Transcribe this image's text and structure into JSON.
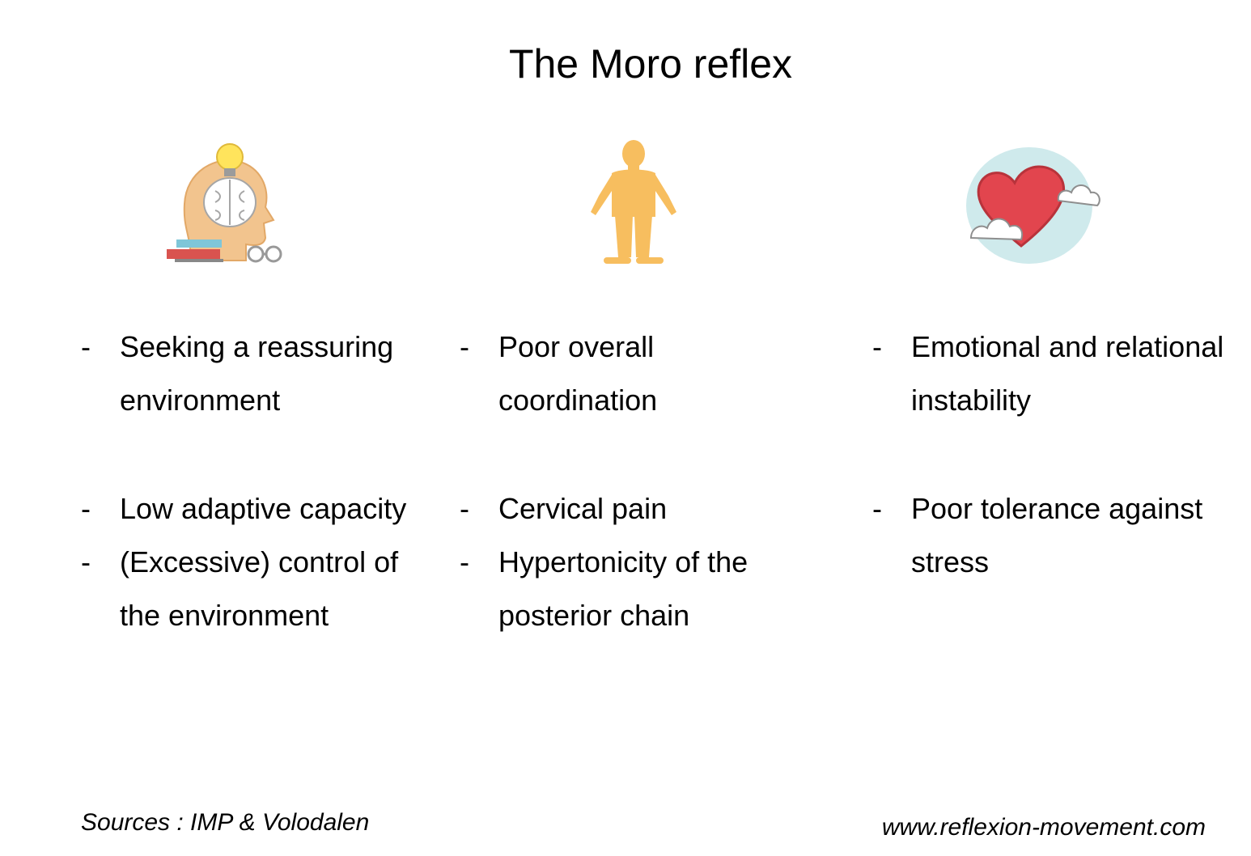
{
  "title": "The Moro reflex",
  "icons": [
    "brain-idea-icon",
    "human-body-icon",
    "heart-cloud-icon"
  ],
  "colors": {
    "body": "#F7BE5F",
    "heart": "#E2454E",
    "cloud": "#CFEAEC"
  },
  "columns": [
    {
      "items": [
        {
          "dash": "-",
          "text": "Seeking a reassuring environment"
        },
        {
          "dash": "-",
          "text": "Low adaptive capacity"
        },
        {
          "dash": "-",
          "text": "(Excessive) control of the environment"
        }
      ]
    },
    {
      "items": [
        {
          "dash": "-",
          "text": "Poor overall coordination"
        },
        {
          "dash": "-",
          "text": "Cervical pain"
        },
        {
          "dash": "-",
          "text": "Hypertonicity of the posterior chain"
        }
      ]
    },
    {
      "items": [
        {
          "dash": "-",
          "text": "Emotional and relational instability"
        },
        {
          "dash": "-",
          "text": "Poor tolerance against stress"
        }
      ]
    }
  ],
  "footer": {
    "sources": "Sources : IMP & Volodalen",
    "website": "www.reflexion-movement.com"
  }
}
